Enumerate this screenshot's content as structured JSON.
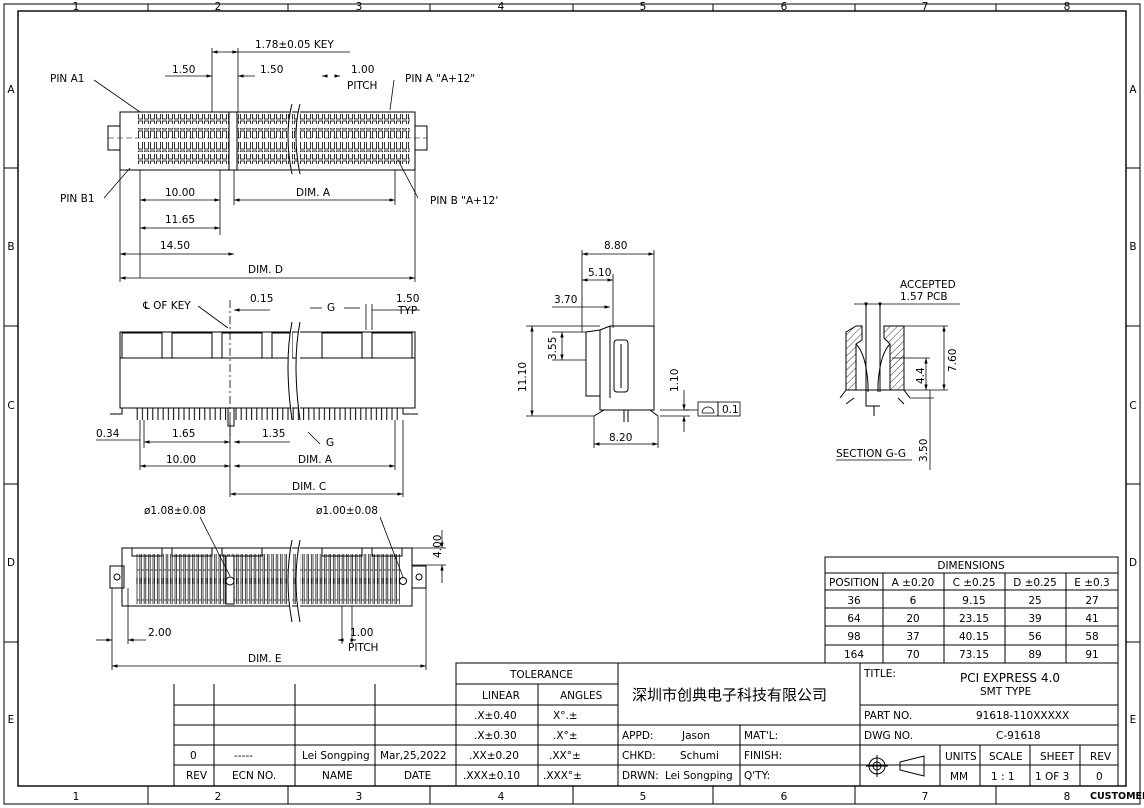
{
  "border": {
    "columns": [
      "1",
      "2",
      "3",
      "4",
      "5",
      "6",
      "7",
      "8"
    ],
    "rows": [
      "A",
      "B",
      "C",
      "D",
      "E"
    ]
  },
  "top_view": {
    "key_dim": "1.78±0.05 KEY",
    "d150a": "1.50",
    "d150b": "1.50",
    "pitch_val": "1.00",
    "pitch": "PITCH",
    "pin_a1": "PIN A1",
    "pin_a12": "PIN A \"A+12\"",
    "pin_b1": "PIN B1",
    "pin_b12": "PIN B \"A+12'",
    "d1000": "10.00",
    "dim_a": "DIM. A",
    "d1165": "11.65",
    "d1450": "14.50",
    "dim_d": "DIM. D"
  },
  "front_view": {
    "cl_key": "℄ OF KEY",
    "d015": "0.15",
    "g_top": "G",
    "d150": "1.50",
    "typ": "TYP",
    "d034": "0.34",
    "d165": "1.65",
    "d135": "1.35",
    "g_bot": "G",
    "d1000": "10.00",
    "dim_a": "DIM. A",
    "dim_c": "DIM. C"
  },
  "bottom_view": {
    "hole1": "ø1.08±0.08",
    "hole2": "ø1.00±0.08",
    "d400": "4.00",
    "d200": "2.00",
    "pitch_val": "1.00",
    "pitch": "PITCH",
    "dim_e": "DIM. E"
  },
  "side_view": {
    "d880": "8.80",
    "d510": "5.10",
    "d370": "3.70",
    "d355": "3.55",
    "d1110": "11.10",
    "d110": "1.10",
    "d820": "8.20",
    "flatness": "0.1"
  },
  "section": {
    "accepted": "ACCEPTED",
    "pcb": "1.57 PCB",
    "d760": "7.60",
    "d44": "4.4",
    "d350": "3.50",
    "label": "SECTION G-G"
  },
  "dimensions_table": {
    "title": "DIMENSIONS",
    "headers": [
      "POSITION",
      "A ±0.20",
      "C ±0.25",
      "D ±0.25",
      "E ±0.3"
    ],
    "rows": [
      [
        "36",
        "6",
        "9.15",
        "25",
        "27"
      ],
      [
        "64",
        "20",
        "23.15",
        "39",
        "41"
      ],
      [
        "98",
        "37",
        "40.15",
        "56",
        "58"
      ],
      [
        "164",
        "70",
        "73.15",
        "89",
        "91"
      ]
    ]
  },
  "tolerance": {
    "title": "TOLERANCE",
    "linear": "LINEAR",
    "angles": "ANGLES",
    "rows": [
      [
        ".X±0.40",
        "X°.±"
      ],
      [
        ".X±0.30",
        ".X°±"
      ],
      [
        ".XX±0.20",
        ".XX°±"
      ],
      [
        ".XXX±0.10",
        ".XXX°±"
      ]
    ]
  },
  "revision": {
    "rev": "0",
    "ecn": "-----",
    "name": "Lei Songping",
    "date": "Mar,25,2022",
    "headers": [
      "REV",
      "ECN NO.",
      "NAME",
      "DATE"
    ]
  },
  "title_block": {
    "company": "深圳市创典电子科技有限公司",
    "title_label": "TITLE:",
    "title1": "PCI EXPRESS 4.0",
    "title2": "SMT TYPE",
    "part_label": "PART NO.",
    "part_no": "91618-110XXXXX",
    "dwg_label": "DWG NO.",
    "dwg_no": "C-91618",
    "appd_label": "APPD:",
    "appd": "Jason",
    "chkd_label": "CHKD:",
    "chkd": "Schumi",
    "drwn_label": "DRWN:",
    "drwn": "Lei Songping",
    "mat_label": "MAT'L:",
    "finish_label": "FINISH:",
    "qty_label": "Q'TY:",
    "units_label": "UNITS",
    "units": "MM",
    "scale_label": "SCALE",
    "scale": "1 : 1",
    "sheet_label": "SHEET",
    "sheet": "1 OF 3",
    "rev_label": "REV",
    "rev": "0",
    "customer": "CUSTOMER"
  }
}
